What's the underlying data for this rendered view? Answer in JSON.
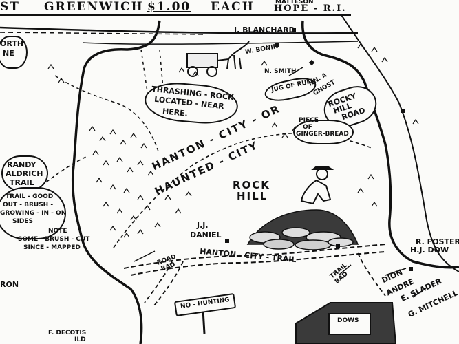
{
  "header": {
    "left": "ST",
    "greenwich": "GREENWICH",
    "price": "$1.00",
    "each": "EACH",
    "place_top": "MATTESON",
    "place": "HOPE - R.I."
  },
  "labels": {
    "north_line_1": "ORTH",
    "north_line_2": "NE",
    "blanchard": "J. BLANCHARD",
    "bonin": "W. BONIN",
    "smith": "N. SMITH",
    "thrashing_1": "THRASHING - ROCK",
    "thrashing_2": "LOCATED - NEAR",
    "thrashing_3": "HERE.",
    "jug": "JUG OF RUM",
    "ghost_1": "NN. A",
    "ghost_2": "GHOST",
    "rocky_1": "ROCKY",
    "rocky_2": "HILL",
    "rocky_3": "ROAD",
    "ginger_1": "PIECE",
    "ginger_2": "OF",
    "ginger_3": "GINGER-BREAD",
    "randy_1": "RANDY",
    "randy_2": "ALDRICH",
    "randy_3": "TRAIL",
    "hanton_or": "HANTON - CITY - OR",
    "haunted": "HAUNTED - CITY",
    "rock_hill_1": "ROCK",
    "rock_hill_2": "HILL",
    "trail_good_1": "TRAIL - GOOD",
    "trail_good_2": "OUT - BRUSH -",
    "trail_good_3": "GROWING - IN - ON",
    "trail_good_4": "SIDES",
    "note": "NOTE",
    "brush_cut_1": "SOME - BRUSH - CUT",
    "brush_cut_2": "SINCE - MAPPED",
    "daniel_1": "J.J.",
    "daniel_2": "DANIEL",
    "road_bad_1": "ROAD",
    "road_bad_2": "BAD",
    "hanton_trail": "HANTON - CITY - TRAIL",
    "trail_bad_1": "TRAIL",
    "trail_bad_2": "BAD",
    "foster": "R. FOSTER",
    "dow": "H.J. DOW",
    "dion": "DION",
    "andre": "ANDRE",
    "slader": "E. SLADER",
    "mitchell": "G. MITCHELL",
    "no_hunting": "NO - HUNTING",
    "ron": "RON",
    "decotis_1": "F. DECOTIS",
    "decotis_2": "ILD",
    "store": "DOWS"
  }
}
